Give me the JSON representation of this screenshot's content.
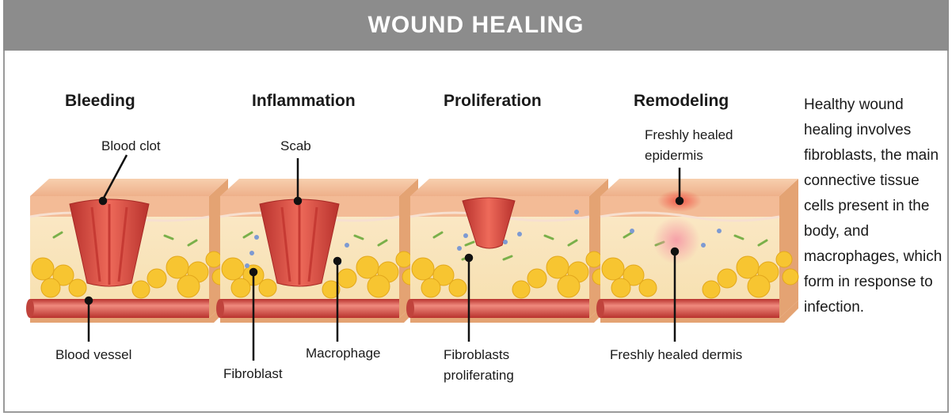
{
  "header": {
    "title": "WOUND HEALING"
  },
  "colors": {
    "banner": "#8c8c8c",
    "skin": "#f2b38f",
    "wound": "#d9443a",
    "fat": "#f7c531",
    "vessel": "#d9534a"
  },
  "stages": [
    {
      "title": "Bleeding",
      "labels": [
        "Blood clot",
        "Blood vessel"
      ]
    },
    {
      "title": "Inflammation",
      "labels": [
        "Scab",
        "Fibroblast",
        "Macrophage"
      ]
    },
    {
      "title": "Proliferation",
      "labels": [
        "Fibroblasts\nproliferating"
      ]
    },
    {
      "title": "Remodeling",
      "labels": [
        "Freshly healed\nepidermis",
        "Freshly healed dermis"
      ]
    }
  ],
  "description": "Healthy wound healing involves fibroblasts, the main connective tissue cells present in the body, and macrophages, which form in response to infection."
}
